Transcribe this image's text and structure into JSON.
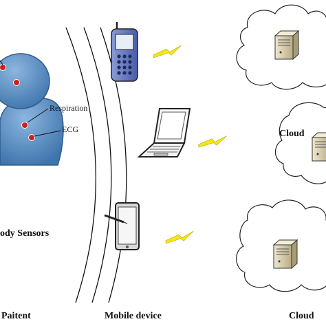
{
  "person": {
    "sensor_labels": [
      "Respiration",
      "ECG"
    ],
    "body_sensors_label": "ody Sensors",
    "patient_label": "Paitent"
  },
  "mobile": {
    "label": "Mobile device",
    "devices": [
      "phone",
      "laptop",
      "tablet"
    ]
  },
  "cloud": {
    "label": "Cloud",
    "label_bottom": "Cloud"
  },
  "colors": {
    "person_body": "#5b8fc4",
    "sensor": "#cc1f1f",
    "lightning": "#f5e61a",
    "cloud_outline": "#222222",
    "server": "#d9cda8"
  },
  "icons": [
    "person-icon",
    "phone-icon",
    "laptop-icon",
    "tablet-icon",
    "cloud-icon",
    "server-icon",
    "lightning-icon"
  ]
}
